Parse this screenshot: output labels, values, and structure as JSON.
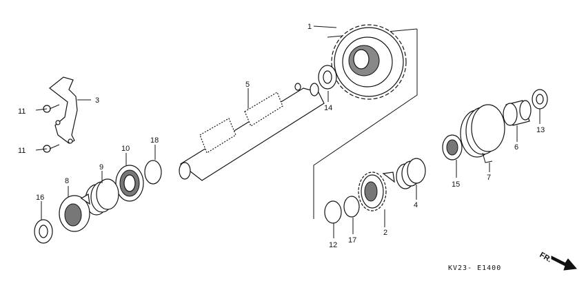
{
  "diagram": {
    "drawing_code": "KV23- E1400",
    "front_marker": "FR.",
    "callouts": {
      "c1": "1",
      "c2": "2",
      "c3": "3",
      "c4": "4",
      "c5": "5",
      "c6": "6",
      "c7": "7",
      "c8": "8",
      "c9": "9",
      "c10": "10",
      "c11a": "11",
      "c11b": "11",
      "c12": "12",
      "c13": "13",
      "c14": "14",
      "c15": "15",
      "c16": "16",
      "c17": "17",
      "c18": "18"
    }
  }
}
